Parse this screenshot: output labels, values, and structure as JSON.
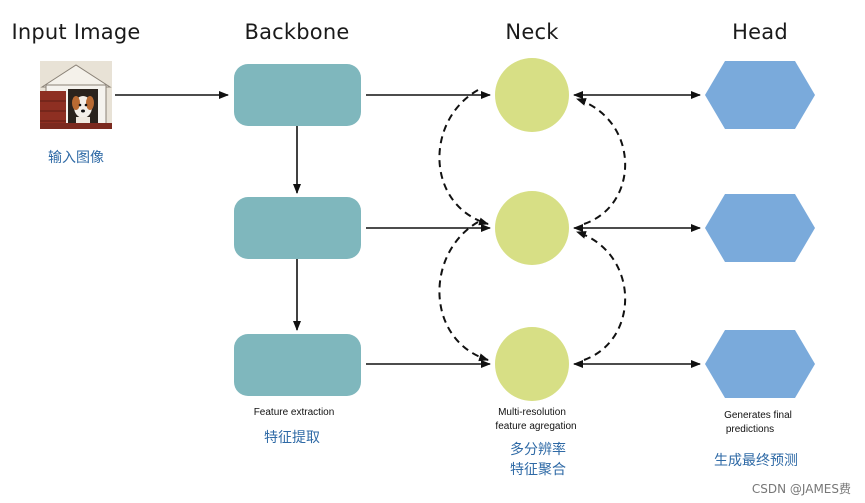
{
  "titles": {
    "input": "Input Image",
    "backbone": "Backbone",
    "neck": "Neck",
    "head": "Head"
  },
  "labels_cn": {
    "input": "输入图像",
    "backbone": "特征提取",
    "neck_line1": "多分辨率",
    "neck_line2": "特征聚合",
    "head": "生成最终预测"
  },
  "labels_en": {
    "backbone": "Feature extraction",
    "neck_line1": "Multi-resolution",
    "neck_line2": "feature agregation",
    "head_line1": "Generates final",
    "head_line2": "predictions"
  },
  "watermark": "CSDN @JAMES费",
  "colors": {
    "backbone": "#7fb7bd",
    "neck": "#d7df85",
    "head": "#7aaadb",
    "label_cn": "#2f6aa6"
  }
}
